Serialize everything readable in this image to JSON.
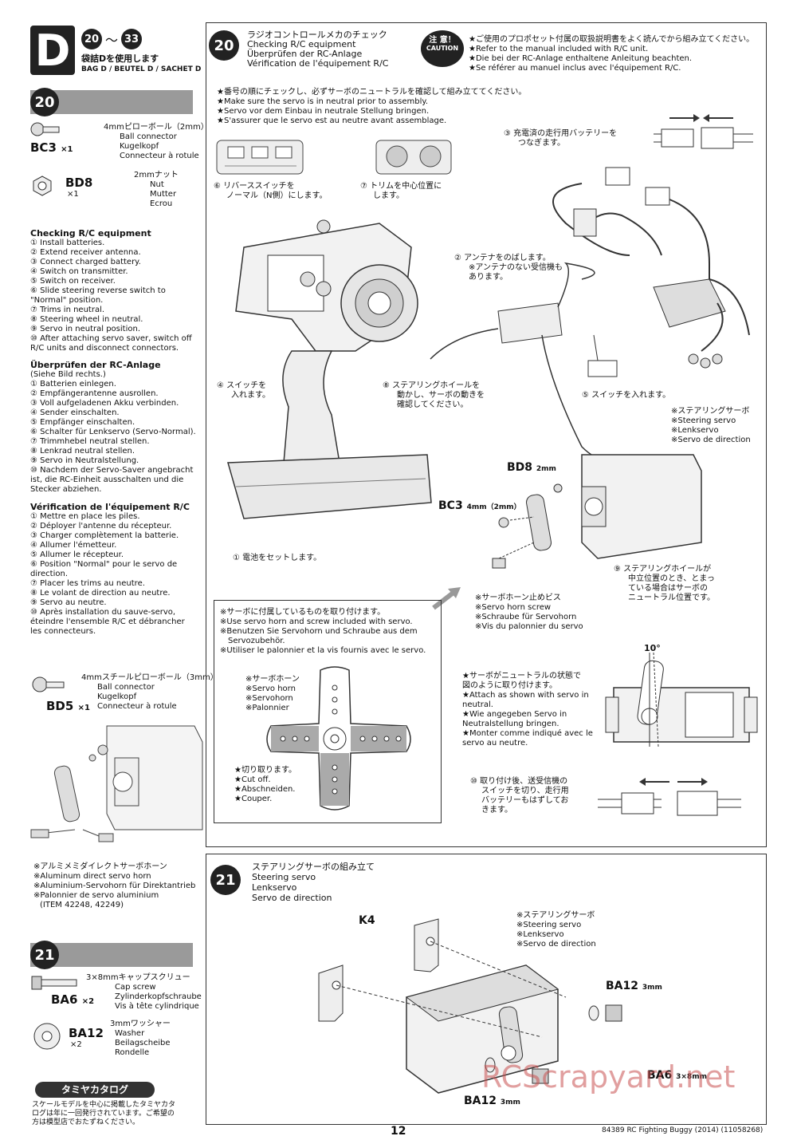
{
  "header": {
    "bag_letter": "D",
    "step_from": "20",
    "step_to": "33",
    "tilde": "～",
    "bag_jp": "袋詰Dを使用します",
    "bag_label": "BAG D / BEUTEL D / SACHET D"
  },
  "left": {
    "step20_num": "20",
    "parts20": [
      {
        "code": "BC3",
        "qty": "×1",
        "jp": "4mmピローボール（2mm）",
        "en": "Ball connector",
        "de": "Kugelkopf",
        "fr": "Connecteur à rotule"
      },
      {
        "code": "BD8",
        "qty": "×1",
        "jp": "2mmナット",
        "en": "Nut",
        "de": "Mutter",
        "fr": "Ecrou"
      }
    ],
    "checking_title": "Checking R/C equipment",
    "checking_items": [
      "① Install batteries.",
      "② Extend receiver antenna.",
      "③ Connect charged battery.",
      "④ Switch on transmitter.",
      "⑤ Switch on receiver.",
      "⑥ Slide steering reverse switch to",
      "\"Normal\" position.",
      "⑦ Trims in neutral.",
      "⑧ Steering wheel in neutral.",
      "⑨ Servo in neutral position.",
      "⑩ After attaching servo saver, switch off",
      "R/C units and disconnect connectors."
    ],
    "de_title": "Überprüfen der RC-Anlage",
    "de_items": [
      "(Siehe Bild rechts.)",
      "① Batterien einlegen.",
      "② Empfängerantenne ausrollen.",
      "③ Voll aufgeladenen Akku verbinden.",
      "④ Sender einschalten.",
      "⑤ Empfänger einschalten.",
      "⑥ Schalter für Lenkservo (Servo-Normal).",
      "⑦ Trimmhebel neutral stellen.",
      "⑧ Lenkrad neutral stellen.",
      "⑨ Servo in Neutralstellung.",
      "⑩ Nachdem der Servo-Saver angebracht",
      "ist, die RC-Einheit ausschalten und die",
      "Stecker abziehen."
    ],
    "fr_title": "Vérification de l'équipement R/C",
    "fr_items": [
      "① Mettre en place les piles.",
      "② Déployer l'antenne du récepteur.",
      "③ Charger complètement la batterie.",
      "④ Allumer l'émetteur.",
      "⑤ Allumer le récepteur.",
      "⑥ Position \"Normal\" pour le servo de",
      "direction.",
      "⑦ Placer les trims au neutre.",
      "⑧ Le volant de direction au neutre.",
      "⑨ Servo au neutre.",
      "⑩ Après installation du sauve-servo,",
      "éteindre l'ensemble R/C et débrancher",
      "les connecteurs."
    ],
    "bd5": {
      "code": "BD5",
      "qty": "×1",
      "jp": "4mmスチールピローボール（3mm）",
      "en": "Ball connector",
      "de": "Kugelkopf",
      "fr": "Connecteur à rotule"
    },
    "alu_note": [
      "※アルミメミダイレクトサーボホーン",
      "※Aluminum direct servo horn",
      "※Aluminium-Servohorn für Direktantrieb",
      "※Palonnier de servo aluminium",
      "(ITEM 42248, 42249)"
    ],
    "step21_num": "21",
    "parts21": [
      {
        "code": "BA6",
        "qty": "×2",
        "jp": "3×8mmキャップスクリュー",
        "en": "Cap screw",
        "de": "Zylinderkopfschraube",
        "fr": "Vis à tête cylindrique"
      },
      {
        "code": "BA12",
        "qty": "×2",
        "jp": "3mmワッシャー",
        "en": "Washer",
        "de": "Beilagscheibe",
        "fr": "Rondelle"
      }
    ],
    "catalog_title": "タミヤカタログ",
    "catalog_text": [
      "スケールモデルを中心に掲載したタミヤカタ",
      "ログは年に一回発行されています。ご希望の",
      "方は模型店でおたずねください。"
    ]
  },
  "step20": {
    "num": "20",
    "title_jp": "ラジオコントロールメカのチェック",
    "title_en": "Checking R/C equipment",
    "title_de": "Überprüfen der RC-Anlage",
    "title_fr": "Vérification de l'équipement R/C",
    "caution_jp": "注 意！",
    "caution_en": "CAUTION",
    "caution_text": [
      "★ご使用のプロポセット付属の取扱説明書をよく読んでから組み立てください。",
      "★Refer to the manual included with R/C unit.",
      "★Die bei der RC-Anlage enthaltene Anleitung beachten.",
      "★Se référer au manuel inclus avec l'équipement R/C."
    ],
    "neutral_text": [
      "★番号の順にチェックし、必ずサーボのニュートラルを確認して組み立ててください。",
      "★Make sure the servo is in neutral prior to assembly.",
      "★Servo vor dem Einbau in neutrale Stellung bringen.",
      "★S'assurer que le servo est au neutre avant assemblage."
    ],
    "call6": [
      "⑥ リバーススイッチを",
      "ノーマル（N側）にします。"
    ],
    "call7": [
      "⑦ トリムを中心位置に",
      "します。"
    ],
    "call3": [
      "③ 充電済の走行用バッテリーを",
      "つなぎます。"
    ],
    "call2": [
      "② アンテナをのばします。",
      "※アンテナのない受信機も",
      "あります。"
    ],
    "call4": [
      "④ スイッチを",
      "入れます。"
    ],
    "call8": [
      "⑧ ステアリングホイールを",
      "動かし、サーボの動きを",
      "確認してください。"
    ],
    "call5": "⑤ スイッチを入れます。",
    "call1": "① 電池をセットします。",
    "steering_servo": [
      "※ステアリングサーボ",
      "※Steering servo",
      "※Lenkservo",
      "※Servo de direction"
    ],
    "bd8_label": "BD8",
    "bd8_size": "2mm",
    "bc3_label": "BC3",
    "bc3_size": "4mm（2mm）",
    "call9": [
      "⑨ ステアリングホイールが",
      "中立位置のとき、とまっ",
      "ている場合はサーボの",
      "ニュートラル位置です。"
    ],
    "horn_screw": [
      "※サーボホーン止めビス",
      "※Servo horn screw",
      "※Schraube für Servohorn",
      "※Vis du palonnier du servo"
    ],
    "use_horn": [
      "※サーボに付属しているものを取り付けます。",
      "※Use servo horn and screw included with servo.",
      "※Benutzen Sie Servohorn und Schraube aus dem",
      "Servozubehör.",
      "※Utiliser le palonnier et la vis fournis avec le servo."
    ],
    "servo_horn": [
      "※サーボホーン",
      "※Servo horn",
      "※Servohorn",
      "※Palonnier"
    ],
    "cut_off": [
      "★切り取ります。",
      "★Cut off.",
      "★Abschneiden.",
      "★Couper."
    ],
    "angle": "10°",
    "attach_text": [
      "★サーボがニュートラルの状態で",
      "図のように取り付けます。",
      "★Attach as shown with servo in",
      "neutral.",
      "★Wie angegeben Servo in",
      "Neutralstellung bringen.",
      "★Monter comme indiqué avec le",
      "servo au neutre."
    ],
    "call10": [
      "⑩ 取り付け後、送受信機の",
      "スイッチを切り、走行用",
      "バッテリーもはずしてお",
      "きます。"
    ]
  },
  "step21": {
    "num": "21",
    "title_jp": "ステアリングサーボの組み立て",
    "title_en": "Steering servo",
    "title_de": "Lenkservo",
    "title_fr": "Servo de direction",
    "k4": "K4",
    "servo_note": [
      "※ステアリングサーボ",
      "※Steering servo",
      "※Lenkservo",
      "※Servo de direction"
    ],
    "ba12_top": "BA12",
    "ba12_top_size": "3mm",
    "ba6": "BA6",
    "ba6_size": "3×8mm",
    "ba12_bottom": "BA12",
    "ba12_bottom_size": "3mm"
  },
  "footer": {
    "page": "12",
    "model": "84389 RC Fighting Buggy (2014) (11058268)",
    "watermark": "RCScrapyard.net"
  }
}
